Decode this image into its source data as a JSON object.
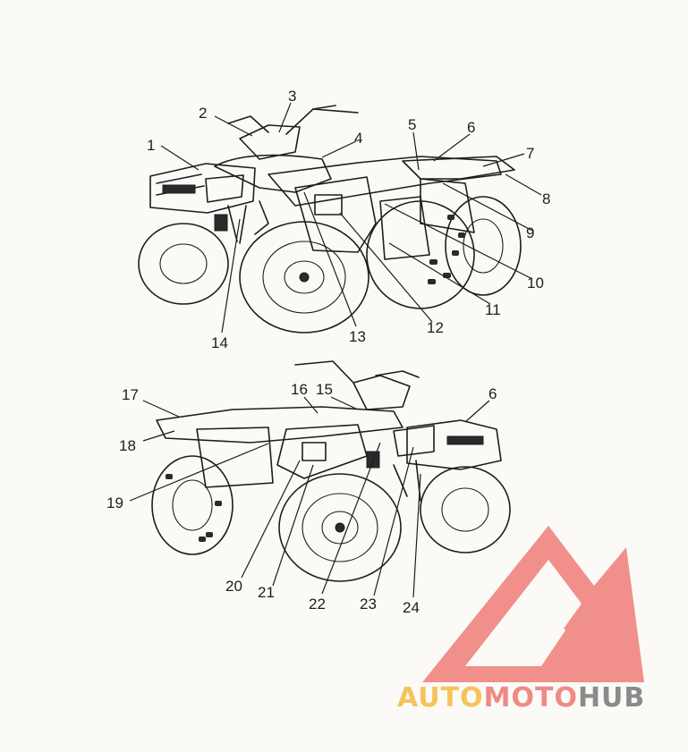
{
  "diagram": {
    "top_view_callouts": [
      "1",
      "2",
      "3",
      "4",
      "5",
      "6",
      "7",
      "8",
      "9",
      "10",
      "11",
      "12",
      "13",
      "14"
    ],
    "bottom_view_callouts": [
      "17",
      "16",
      "15",
      "6",
      "18",
      "19",
      "20",
      "21",
      "22",
      "23",
      "24"
    ]
  },
  "watermark": {
    "part1": "AUTO",
    "part2": "MOTO",
    "part3": "HUB",
    "colors": {
      "auto": "#f5c35a",
      "moto": "#ef8a84",
      "hub": "#8a8a8a",
      "triangle": "#f08a85"
    }
  }
}
